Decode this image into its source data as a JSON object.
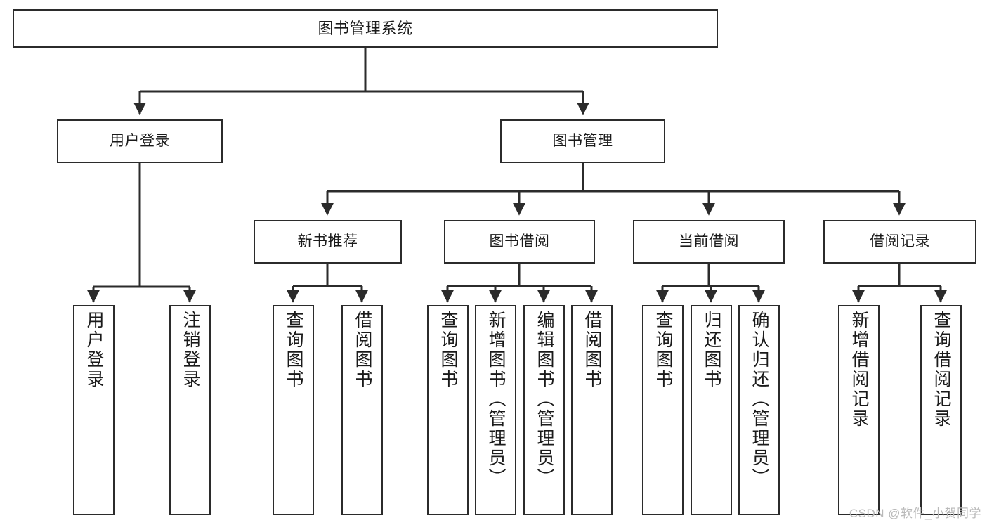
{
  "diagram": {
    "title": "图书管理系统",
    "watermark": "CSDN @软件_小贺同学",
    "colors": {
      "box_border": "#2b2b2b",
      "box_fill": "#ffffff",
      "edge": "#2b2b2b",
      "text": "#1a1a1a",
      "watermark": "#b9b9b9"
    },
    "levels": {
      "root": "图书管理系统",
      "level2": [
        "用户登录",
        "图书管理"
      ],
      "level3": [
        "新书推荐",
        "图书借阅",
        "当前借阅",
        "借阅记录"
      ]
    }
  },
  "nodes": {
    "root": {
      "label": "图书管理系统"
    },
    "user_login": {
      "label": "用户登录"
    },
    "book_manage": {
      "label": "图书管理"
    },
    "new_book_rec": {
      "label": "新书推荐"
    },
    "book_borrow": {
      "label": "图书借阅"
    },
    "current_borrow": {
      "label": "当前借阅"
    },
    "borrow_record": {
      "label": "借阅记录"
    },
    "leaf_user_login": {
      "label": "用户登录"
    },
    "leaf_logout": {
      "label": "注销登录"
    },
    "leaf_query_book_1": {
      "label": "查询图书"
    },
    "leaf_borrow_book_1": {
      "label": "借阅图书"
    },
    "leaf_query_book_2": {
      "label": "查询图书"
    },
    "leaf_add_book_admin": {
      "label": "新增图书（管理员）"
    },
    "leaf_edit_book_admin": {
      "label": "编辑图书（管理员）"
    },
    "leaf_borrow_book_2": {
      "label": "借阅图书"
    },
    "leaf_query_book_3": {
      "label": "查询图书"
    },
    "leaf_return_book": {
      "label": "归还图书"
    },
    "leaf_confirm_return_admin": {
      "label": "确认归还（管理员）"
    },
    "leaf_add_record": {
      "label": "新增借阅记录"
    },
    "leaf_query_record": {
      "label": "查询借阅记录"
    }
  }
}
